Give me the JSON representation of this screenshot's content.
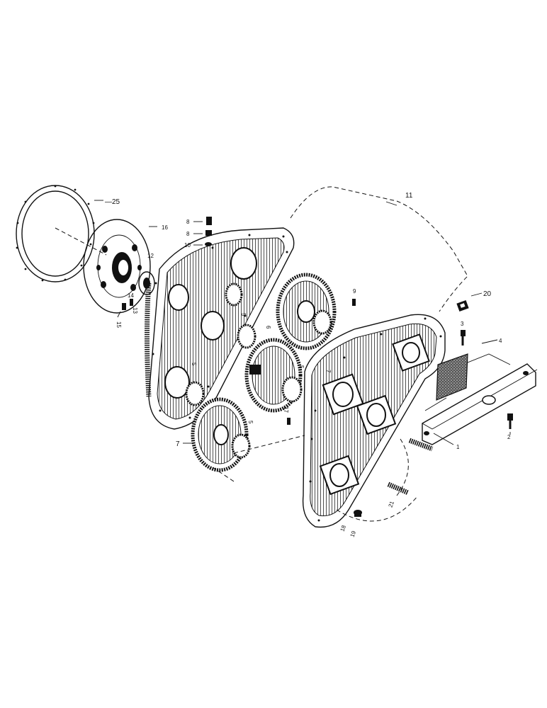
{
  "callouts": {
    "c1": "1",
    "c2": "2",
    "c3": "3",
    "c4": "4",
    "c5a": "5",
    "c5b": "5",
    "c5c": "5",
    "c5d": "5",
    "c6": "6",
    "c7a": "7",
    "c7b": "7",
    "c8a": "8",
    "c8b": "8",
    "c9": "9",
    "c10": "10",
    "c11": "11",
    "c12": "12",
    "c13": "13",
    "c14": "14",
    "c15": "15",
    "c16": "16",
    "c17": "17",
    "c18": "18",
    "c19": "19",
    "c20": "20",
    "c21": "21",
    "c25": "25"
  }
}
